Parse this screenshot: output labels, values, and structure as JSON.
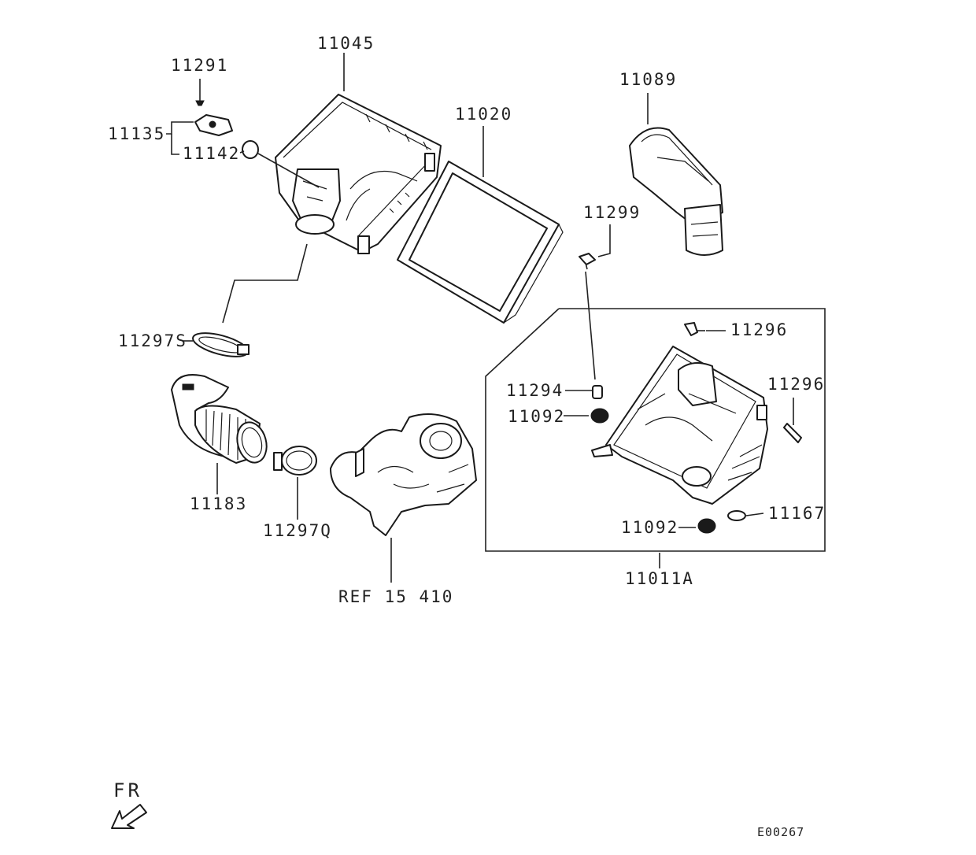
{
  "diagram": {
    "labels": {
      "p11045": "11045",
      "p11291": "11291",
      "p11135": "11135",
      "p11142": "11142",
      "p11020": "11020",
      "p11089": "11089",
      "p11299": "11299",
      "p11297s": "11297S",
      "p11296a": "11296",
      "p11296b": "11296",
      "p11294": "11294",
      "p11092a": "11092",
      "p11092b": "11092",
      "p11167": "11167",
      "p11183": "11183",
      "p11297q": "11297Q",
      "ref": "REF 15 410",
      "p11011a": "11011A"
    },
    "direction_label": "FR",
    "figure_code": "E00267"
  }
}
